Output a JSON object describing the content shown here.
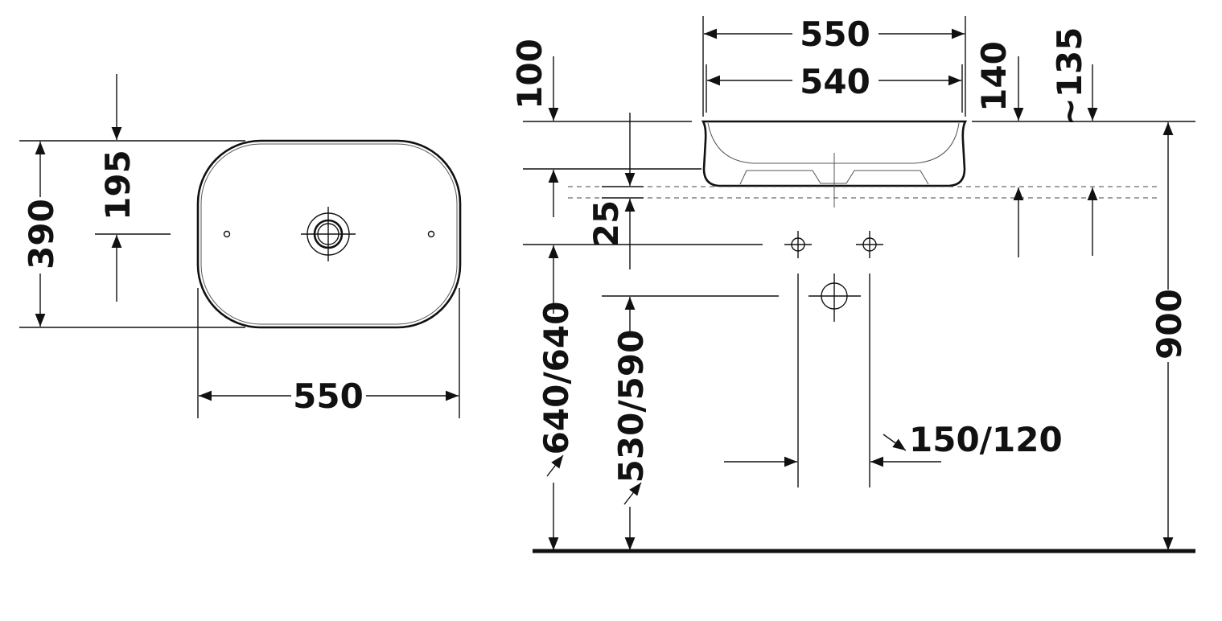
{
  "colors": {
    "ink": "#111111",
    "background": "#ffffff"
  },
  "top_view": {
    "width_label": "550",
    "depth_label": "390",
    "drain_offset_label": "195"
  },
  "side_view": {
    "outer_width_label": "550",
    "inner_width_label": "540",
    "bowl_height_label": "140",
    "approx_height_label": "~135",
    "rim_to_tap_label": "100",
    "base_thickness_label": "25",
    "bowl_height_floor_label": "640/640",
    "waste_height_label": "530/590",
    "trap_spacing_label": "150/120",
    "rim_height_label": "900"
  }
}
